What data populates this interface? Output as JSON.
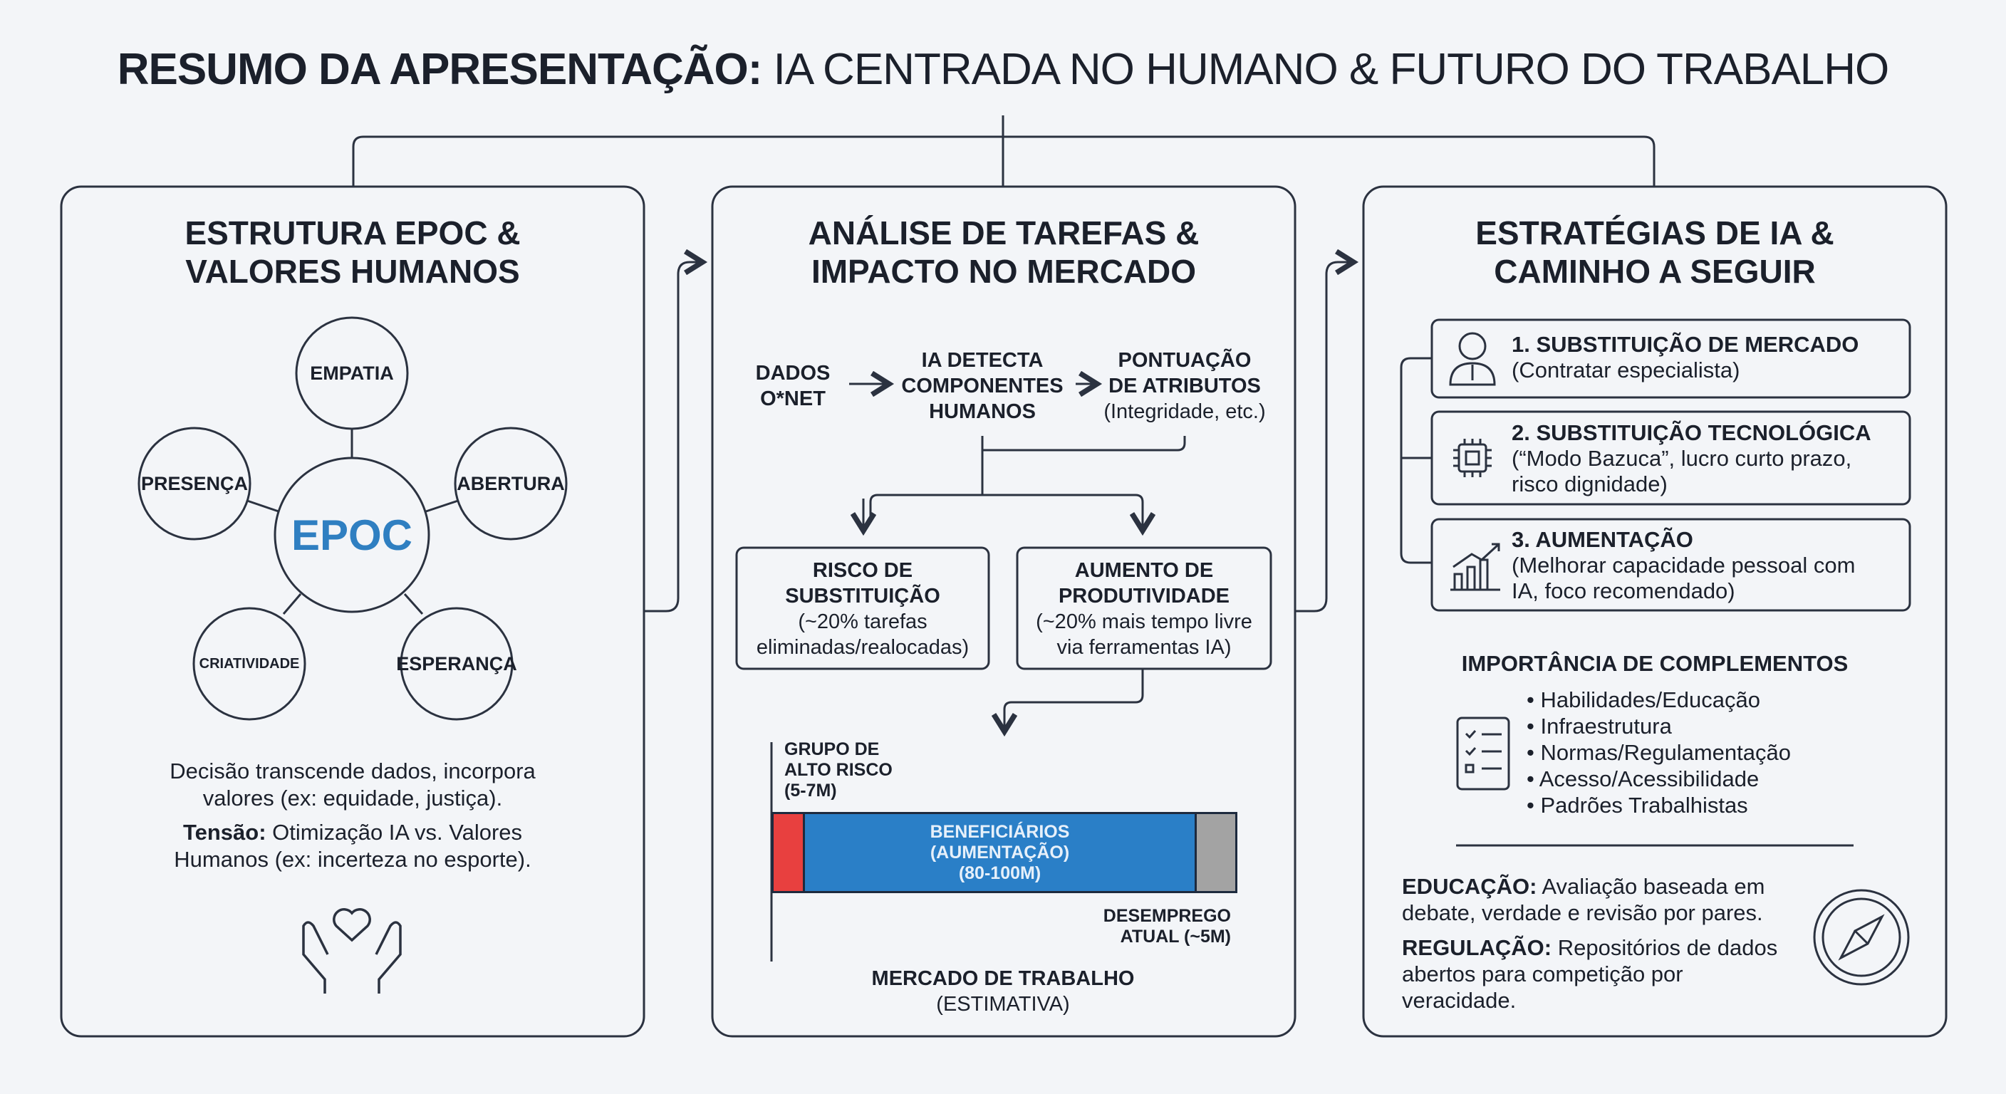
{
  "title": {
    "bold": "RESUMO DA APRESENTAÇÃO:",
    "regular": "IA CENTRADA NO HUMANO & FUTURO DO TRABALHO"
  },
  "panels": [
    {
      "heading": [
        "ESTRUTURA EPOC &",
        "VALORES HUMANOS"
      ],
      "center": "EPOC",
      "values": [
        "EMPATIA",
        "PRESENÇA",
        "ABERTURA",
        "CRIATIVIDADE",
        "ESPERANÇA"
      ],
      "text1": [
        "Decisão transcende dados, incorpora",
        "valores (ex: equidade, justiça)."
      ],
      "tension_label": "Tensão:",
      "tension_text": " Otimização IA vs. Valores",
      "tension_text2": "Humanos (ex: incerteza no esporte)."
    },
    {
      "heading": [
        "ANÁLISE DE TAREFAS &",
        "IMPACTO NO MERCADO"
      ],
      "flow": {
        "step1": [
          "DADOS",
          "O*NET"
        ],
        "step2": [
          "IA DETECTA",
          "COMPONENTES",
          "HUMANOS"
        ],
        "step3": [
          "PONTUAÇÃO",
          "DE ATRIBUTOS"
        ],
        "step3_note": "(Integridade, etc.)"
      },
      "boxes": [
        {
          "title": [
            "RISCO DE",
            "SUBSTITUIÇÃO"
          ],
          "text": [
            "(~20% tarefas",
            "eliminadas/realocadas)"
          ]
        },
        {
          "title": [
            "AUMENTO DE",
            "PRODUTIVIDADE"
          ],
          "text": [
            "(~20% mais tempo livre",
            "via ferramentas IA)"
          ]
        }
      ],
      "market": {
        "high_risk": [
          "GRUPO DE",
          "ALTO RISCO",
          "(5-7M)"
        ],
        "beneficiaries": [
          "BENEFICIÁRIOS",
          "(AUMENTAÇÃO)",
          "(80-100M)"
        ],
        "unemployment": [
          "DESEMPREGO",
          "ATUAL (~5M)"
        ],
        "title": "MERCADO DE TRABALHO",
        "subtitle": "(ESTIMATIVA)",
        "colors": {
          "risk": "#e8403f",
          "benef": "#2a7fc7",
          "unemp": "#a3a3a3"
        }
      }
    },
    {
      "heading": [
        "ESTRATÉGIAS DE IA &",
        "CAMINHO A SEGUIR"
      ],
      "strategies": [
        {
          "title": "1. SUBSTITUIÇÃO DE MERCADO",
          "text": [
            "(Contratar especialista)"
          ]
        },
        {
          "title": "2. SUBSTITUIÇÃO TECNOLÓGICA",
          "text": [
            "(“Modo Bazuca”, lucro curto prazo,",
            "risco dignidade)"
          ]
        },
        {
          "title": "3. AUMENTAÇÃO",
          "text": [
            "(Melhorar capacidade pessoal com",
            "IA, foco recomendado)"
          ]
        }
      ],
      "complements_title": "IMPORTÂNCIA DE COMPLEMENTOS",
      "complements": [
        "• Habilidades/Educação",
        "• Infraestrutura",
        "• Normas/Regulamentação",
        "• Acesso/Acessibilidade",
        "• Padrões Trabalhistas"
      ],
      "education_label": "EDUCAÇÃO:",
      "education_text": [
        " Avaliação baseada em",
        "debate, verdade e revisão por pares."
      ],
      "regulation_label": "REGULAÇÃO:",
      "regulation_text": [
        " Repositórios de dados",
        "abertos para competição por",
        "veracidade."
      ]
    }
  ]
}
